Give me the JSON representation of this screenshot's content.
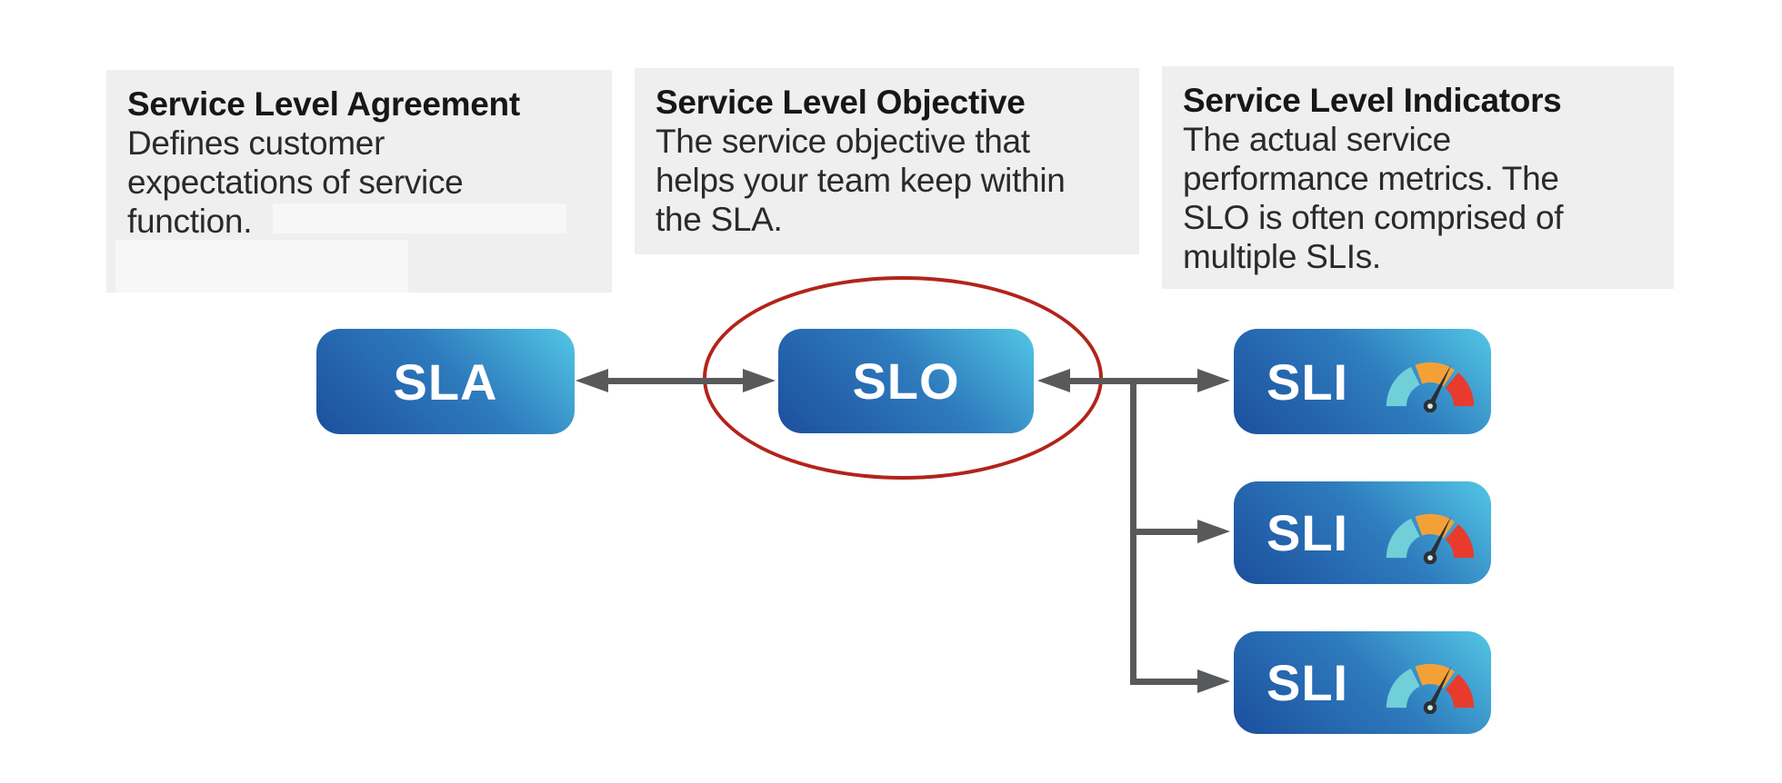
{
  "description_boxes": [
    {
      "title": "Service Level Agreement",
      "lines": [
        "Defines customer",
        "expectations of service",
        "function."
      ]
    },
    {
      "title": "Service Level Objective",
      "lines": [
        "The service objective that",
        "helps your team keep within",
        "the SLA."
      ]
    },
    {
      "title": "Service Level Indicators",
      "lines": [
        "The actual service",
        "performance metrics. The",
        "SLO is often comprised of",
        "multiple SLIs."
      ]
    }
  ],
  "nodes": [
    {
      "id": "sla",
      "label": "SLA"
    },
    {
      "id": "slo",
      "label": "SLO",
      "highlighted": "circled in red"
    },
    {
      "id": "sli-1",
      "label": "SLI",
      "icon": "gauge-icon"
    },
    {
      "id": "sli-2",
      "label": "SLI",
      "icon": "gauge-icon"
    },
    {
      "id": "sli-3",
      "label": "SLI",
      "icon": "gauge-icon"
    }
  ],
  "edges": [
    {
      "from": "sla",
      "to": "slo",
      "style": "double-headed-arrow"
    },
    {
      "from": "slo",
      "to": "sli-1",
      "style": "arrow-both-ends-via-trunk"
    },
    {
      "from": "slo",
      "to": "sli-2",
      "style": "trunk-branch-arrow"
    },
    {
      "from": "slo",
      "to": "sli-3",
      "style": "trunk-branch-arrow"
    }
  ],
  "colors": {
    "background": "#ffffff",
    "description_box_bg": "#efefef",
    "redacted_strip": "#f7f7f7",
    "node_gradient_start": "#1c4f9e",
    "node_gradient_end": "#52c6e5",
    "node_text": "#ffffff",
    "arrow": "#58595b",
    "highlight_ellipse": "#b2241a",
    "gauge_low": "#70cfd8",
    "gauge_mid": "#f3a137",
    "gauge_high": "#e83b2d",
    "gauge_needle": "#2c3033"
  }
}
